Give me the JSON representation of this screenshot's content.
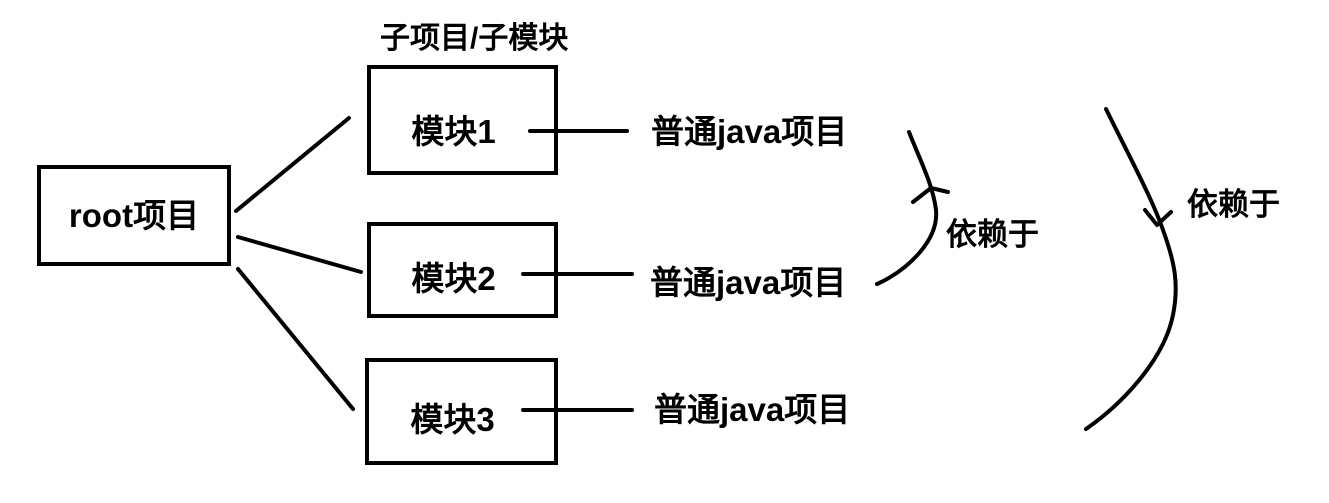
{
  "colors": {
    "ink": "#000000",
    "background": "#ffffff"
  },
  "diagram": {
    "root": {
      "label": "root项目"
    },
    "modules_title": "子项目/子模块",
    "modules": [
      {
        "label": "模块1",
        "target": "普通java项目"
      },
      {
        "label": "模块2",
        "target": "普通java项目"
      },
      {
        "label": "模块3",
        "target": "普通java项目"
      }
    ],
    "dependency_labels": [
      "依赖于",
      "依赖于"
    ]
  }
}
